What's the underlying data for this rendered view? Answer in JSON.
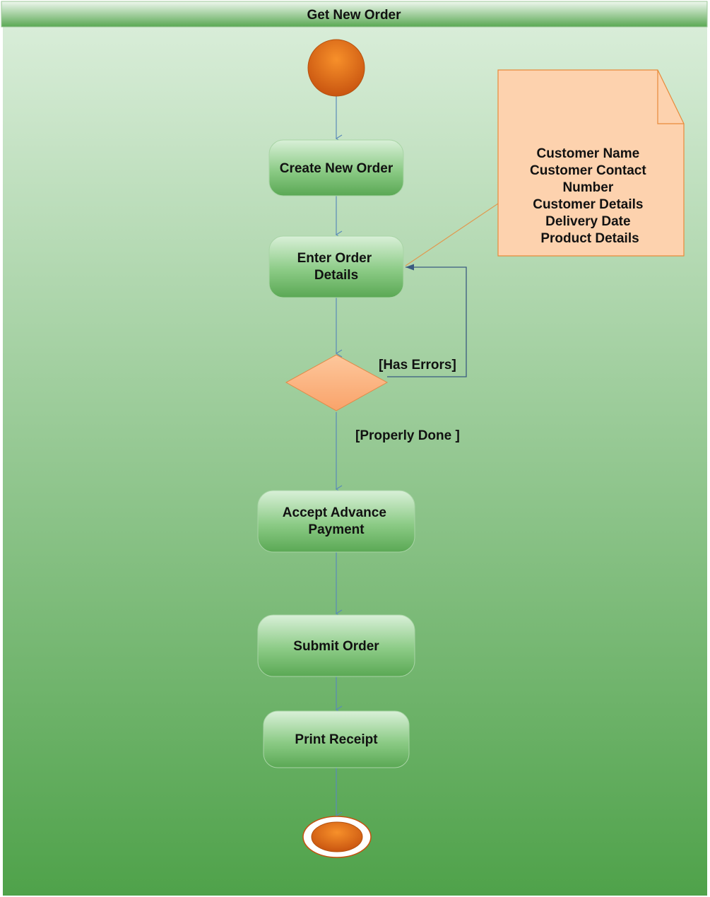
{
  "title": "Get New Order",
  "activities": {
    "create_new_order": {
      "lines": [
        "Create New Order"
      ]
    },
    "enter_order_details": {
      "lines": [
        "Enter Order",
        "Details"
      ]
    },
    "accept_advance_payment": {
      "lines": [
        "Accept Advance",
        "Payment"
      ]
    },
    "submit_order": {
      "lines": [
        "Submit Order"
      ]
    },
    "print_receipt": {
      "lines": [
        "Print Receipt"
      ]
    }
  },
  "guards": {
    "has_errors": "[Has Errors]",
    "properly_done": "[Properly Done ]"
  },
  "note": {
    "lines": [
      "Customer Name",
      "Customer Contact",
      "Number",
      "Customer Details",
      "Delivery Date",
      "Product Details"
    ]
  },
  "colors": {
    "background_top": "#dcefdc",
    "background_bottom": "#4fa24a",
    "header_top": "#eef7ee",
    "header_bottom": "#5aa853",
    "activity_top": "#d9f0d8",
    "activity_bottom": "#5aa854",
    "node_orange_light": "#f7902a",
    "node_orange_dark": "#c5500e",
    "decision_fill": "#fbb88a",
    "note_fill": "#fdd2ae",
    "note_stroke": "#e88a3a",
    "flow_line": "#5a8ab8",
    "loop_line": "#3a5a80"
  }
}
